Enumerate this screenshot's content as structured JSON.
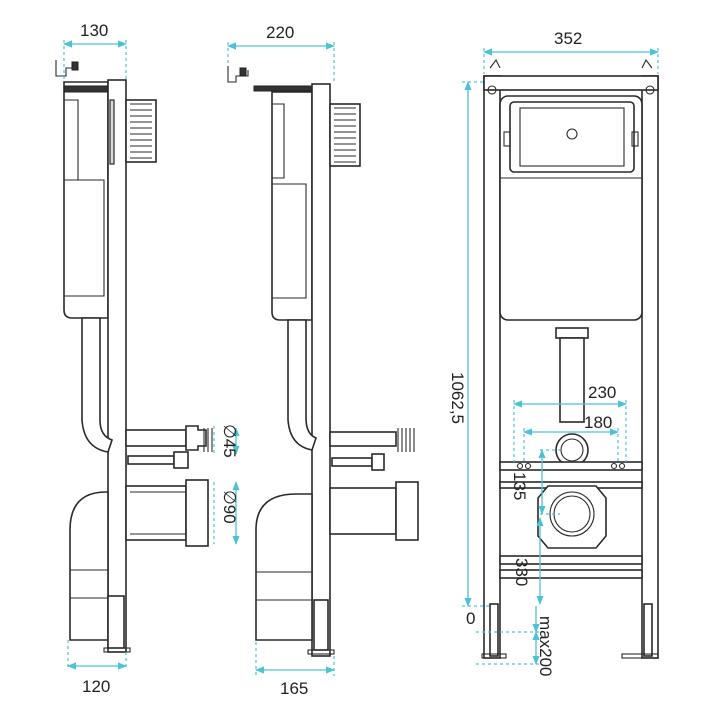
{
  "dimensions": {
    "side_top_width": "130",
    "side_bottom_width": "120",
    "side2_top_width": "220",
    "side2_bottom_width": "165",
    "front_width": "352",
    "front_height": "1062,5",
    "diameter_small": "∅45",
    "diameter_large": "∅90",
    "bolt_span_outer": "230",
    "bolt_span_inner": "180",
    "height_135": "135",
    "height_330": "330",
    "zero_level": "0",
    "max_depth": "max200"
  },
  "colors": {
    "dimension_line": "#4cc3d3",
    "outline": "#2a2a2a"
  }
}
